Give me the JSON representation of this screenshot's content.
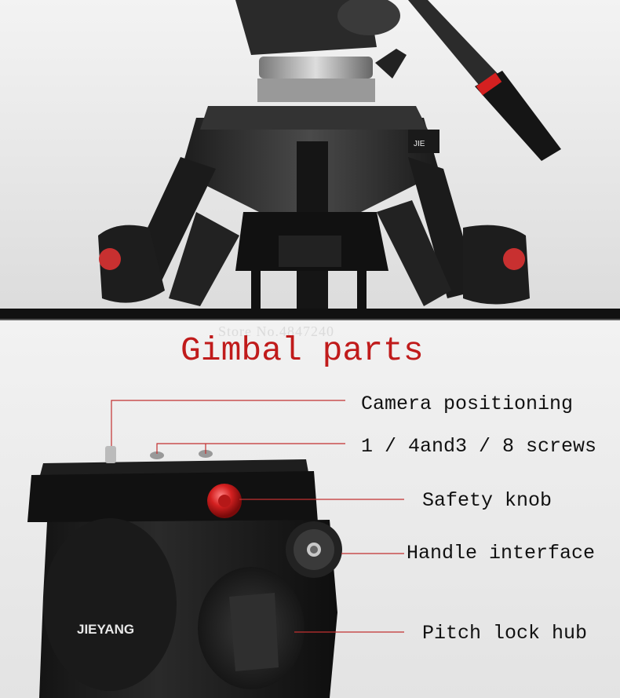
{
  "watermark": "Store No.4847240",
  "title": "Gimbal parts",
  "brand": "JIEYANG",
  "callouts": [
    "Camera positioning",
    "1 / 4and3 / 8 screws",
    "Safety knob",
    "Handle interface",
    "Pitch lock hub"
  ],
  "colors": {
    "title": "#c01b1b",
    "accent_red": "#d42020",
    "body": "#1a1a1a"
  }
}
